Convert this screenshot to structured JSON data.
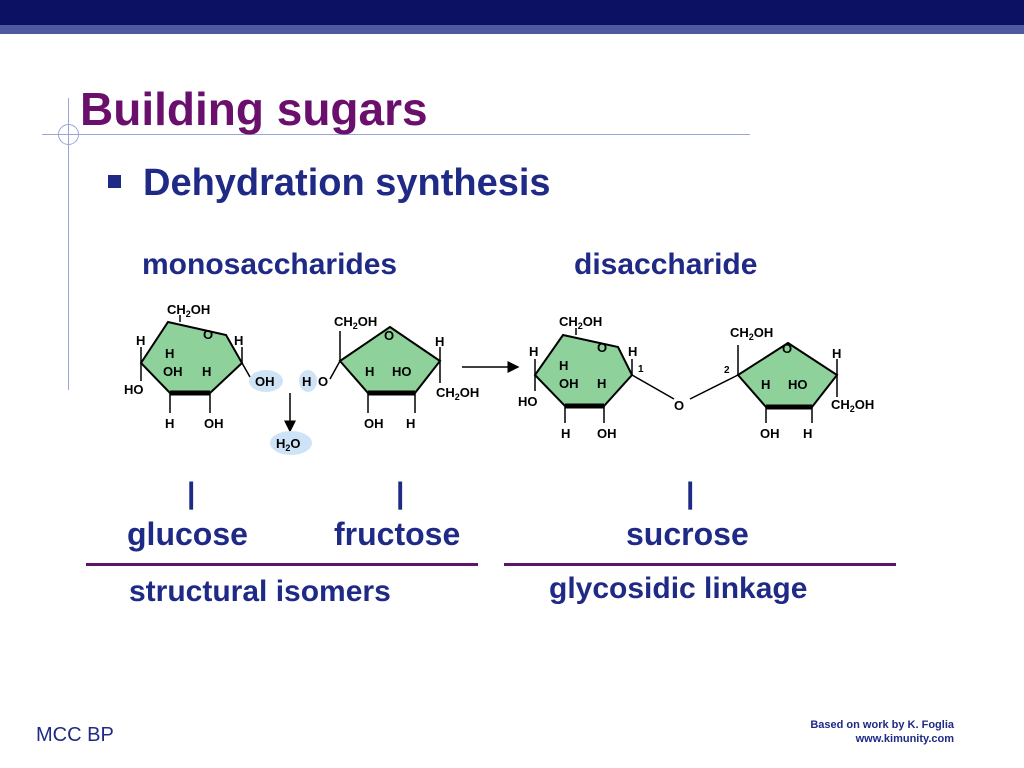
{
  "slide": {
    "title": "Building sugars",
    "bullet": "Dehydration synthesis"
  },
  "labels": {
    "monosaccharides": "monosaccharides",
    "disaccharide": "disaccharide",
    "glucose": "glucose",
    "fructose": "fructose",
    "sucrose": "sucrose",
    "structural_isomers": "structural isomers",
    "glycosidic_linkage": "glycosidic linkage",
    "bar": "|"
  },
  "diagram": {
    "ch2oh": "CH",
    "ch2oh_sub": "2",
    "ch2oh_tail": "OH",
    "o": "O",
    "h": "H",
    "oh": "OH",
    "ho": "HO",
    "water_h": "H",
    "water_sub": "2",
    "water_o": "O",
    "pos1": "1",
    "pos2": "2"
  },
  "footer": {
    "left": "MCC BP",
    "credit_line1": "Based on work by K. Foglia",
    "credit_line2": "www.kimunity.com"
  },
  "colors": {
    "ring_fill": "#8ed19a",
    "highlight": "#cfe3f7",
    "title": "#6b0f6d",
    "text": "#1f2a86"
  }
}
